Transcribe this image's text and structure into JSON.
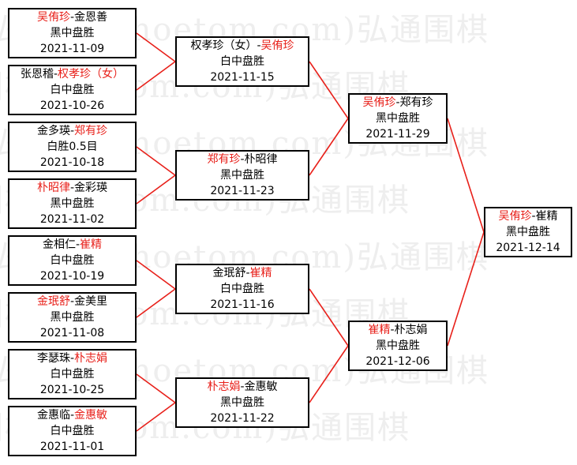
{
  "watermark": {
    "text": "弘通围棋(hoetom.com)弘通围棋",
    "color": "#eeeeee"
  },
  "colors": {
    "winner": "#e8201a",
    "line": "#e8201a",
    "border": "#000000",
    "text": "#000000"
  },
  "matches": [
    {
      "id": "r1m1",
      "p1": "吴侑珍",
      "p2": "金恩善",
      "winner": "p1",
      "result": "黑中盘胜",
      "date": "2021-11-09"
    },
    {
      "id": "r1m2",
      "p1": "张恩稽",
      "p2": "权孝珍（女）",
      "winner": "p2",
      "result": "白中盘胜",
      "date": "2021-10-26"
    },
    {
      "id": "r1m3",
      "p1": "金多瑛",
      "p2": "郑有珍",
      "winner": "p2",
      "result": "白胜0.5目",
      "date": "2021-10-18"
    },
    {
      "id": "r1m4",
      "p1": "朴昭律",
      "p2": "金彩瑛",
      "winner": "p1",
      "result": "黑中盘胜",
      "date": "2021-11-02"
    },
    {
      "id": "r1m5",
      "p1": "金相仁",
      "p2": "崔精",
      "winner": "p2",
      "result": "白中盘胜",
      "date": "2021-10-19"
    },
    {
      "id": "r1m6",
      "p1": "金珉舒",
      "p2": "金美里",
      "winner": "p1",
      "result": "黑中盘胜",
      "date": "2021-11-08"
    },
    {
      "id": "r1m7",
      "p1": "李瑟珠",
      "p2": "朴志娟",
      "winner": "p2",
      "result": "白中盘胜",
      "date": "2021-10-25"
    },
    {
      "id": "r1m8",
      "p1": "金惠临",
      "p2": "金惠敏",
      "winner": "p2",
      "result": "白中盘胜",
      "date": "2021-11-01"
    },
    {
      "id": "r2m1",
      "p1": "权孝珍（女）",
      "p2": "吴侑珍",
      "winner": "p2",
      "result": "白中盘胜",
      "date": "2021-11-15"
    },
    {
      "id": "r2m2",
      "p1": "郑有珍",
      "p2": "朴昭律",
      "winner": "p1",
      "result": "黑中盘胜",
      "date": "2021-11-23"
    },
    {
      "id": "r2m3",
      "p1": "金珉舒",
      "p2": "崔精",
      "winner": "p2",
      "result": "白中盘胜",
      "date": "2021-11-16"
    },
    {
      "id": "r2m4",
      "p1": "朴志娟",
      "p2": "金惠敏",
      "winner": "p1",
      "result": "黑中盘胜",
      "date": "2021-11-22"
    },
    {
      "id": "r3m1",
      "p1": "吴侑珍",
      "p2": "郑有珍",
      "winner": "p1",
      "result": "黑中盘胜",
      "date": "2021-11-29"
    },
    {
      "id": "r3m2",
      "p1": "崔精",
      "p2": "朴志娟",
      "winner": "p1",
      "result": "黑中盘胜",
      "date": "2021-12-06"
    },
    {
      "id": "final",
      "p1": "吴侑珍",
      "p2": "崔精",
      "winner": "p1",
      "result": "黑中盘胜",
      "date": "2021-12-14"
    }
  ]
}
